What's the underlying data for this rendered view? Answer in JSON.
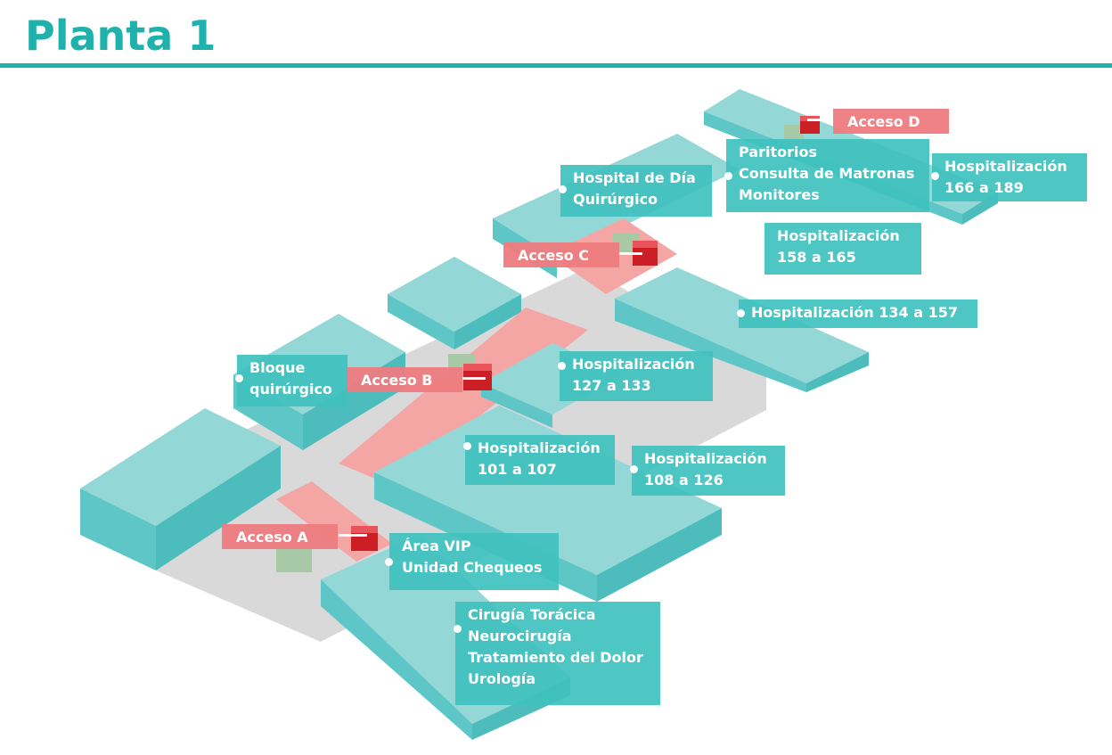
{
  "title": "Planta 1",
  "colors": {
    "brand": "#1fb1ac",
    "building_top": "#93d8d7",
    "building_side": "#5ec6c6",
    "ground": "#d9d9d9",
    "access_path": "#f4a6a4",
    "label_teal": "#3fc1be",
    "label_red": "#ee7b80",
    "access_marker": "#cc1f25"
  },
  "accesos": {
    "a": "Acceso A",
    "b": "Acceso B",
    "c": "Acceso C",
    "d": "Acceso D"
  },
  "labels": {
    "area_vip": [
      "Área VIP",
      "Unidad Chequeos"
    ],
    "bloque": [
      "Bloque",
      "quirúrgico"
    ],
    "hosp_101": [
      "Hospitalización",
      "101 a 107"
    ],
    "hosp_108": [
      "Hospitalización",
      "108 a 126"
    ],
    "hosp_127": [
      "Hospitalización",
      "127 a 133"
    ],
    "hosp_134": [
      "Hospitalización 134 a 157"
    ],
    "hosp_158": [
      "Hospitalización",
      "158 a 165"
    ],
    "hosp_166": [
      "Hospitalización",
      "166 a 189"
    ],
    "hospital_dia": [
      "Hospital de Día",
      "Quirúrgico"
    ],
    "paritorios": [
      "Paritorios",
      "Consulta de Matronas",
      "Monitores"
    ],
    "cirugia": [
      "Cirugía Torácica",
      "Neurocirugía",
      "Tratamiento del Dolor",
      "Urología"
    ]
  }
}
